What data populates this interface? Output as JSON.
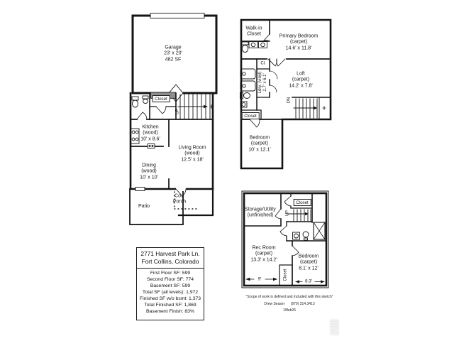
{
  "first_floor": {
    "garage_name": "Garage",
    "garage_dims": "23' x 20'",
    "garage_sf": "482 SF",
    "closet_label": "Closet",
    "up_label": "UP",
    "kitchen_name": "Kitchen",
    "kitchen_floor": "(wood)",
    "kitchen_dims": "10' x 8.6'",
    "living_name": "Living Room",
    "living_floor": "(wood)",
    "living_dims": "12.5' x 18'",
    "dining_name": "Dining",
    "dining_floor": "(wood)",
    "dining_dims": "10' x 10'",
    "patio_label": "Patio",
    "porch_line1": "Cov.",
    "porch_line2": "Porch"
  },
  "second_floor": {
    "walkin_line1": "Walk-in",
    "walkin_line2": "Closet",
    "primary_name": "Primary Bedroom",
    "primary_floor": "(carpet)",
    "primary_dims": "14.6' x 11.8'",
    "cl_label": "Cl.",
    "laundry_name": "Ldry. (vinyl)",
    "laundry_dims": "2.7' x 6.1'",
    "loft_name": "Loft",
    "loft_floor": "(carpet)",
    "loft_dims": "14.2' x 7.8'",
    "dn_label": "DN",
    "closet_label": "Closet",
    "bedroom_name": "Bedroom",
    "bedroom_floor": "(carpet)",
    "bedroom_dims": "10' x 12.1'"
  },
  "basement": {
    "storage_name": "Storage/Utility",
    "storage_floor": "(unfinished)",
    "closet_top_label": "Closet",
    "up_label": "UP",
    "rec_name": "Rec Room",
    "rec_floor": "(carpet)",
    "rec_dims": "13.3' x 14.2'",
    "bedroom_name": "Bedroom",
    "bedroom_floor": "(carpet)",
    "bedroom_dims": "8.1' x 12'",
    "closet_side_label": "Closet",
    "dim_left": "9'",
    "dim_right": "8.3'"
  },
  "info_box": {
    "address_line1": "2771 Harvest Park Ln.",
    "address_line2": "Fort Collins, Colorado",
    "stats": [
      "First Floor SF: 599",
      "Second Floor SF: 774",
      "Basement SF: 599",
      "Total SF (all levels): 1,972",
      "Finished SF w/o bsmt: 1,373",
      "Total Finished SF: 1,869",
      "Basement Finish: 83%"
    ]
  },
  "footer": {
    "disclaimer": "\"Scope of work is defined and included with this sketch\"",
    "author": "Drew Seaser",
    "phone": "(970) 214.3413",
    "date_code": "19feb26"
  }
}
